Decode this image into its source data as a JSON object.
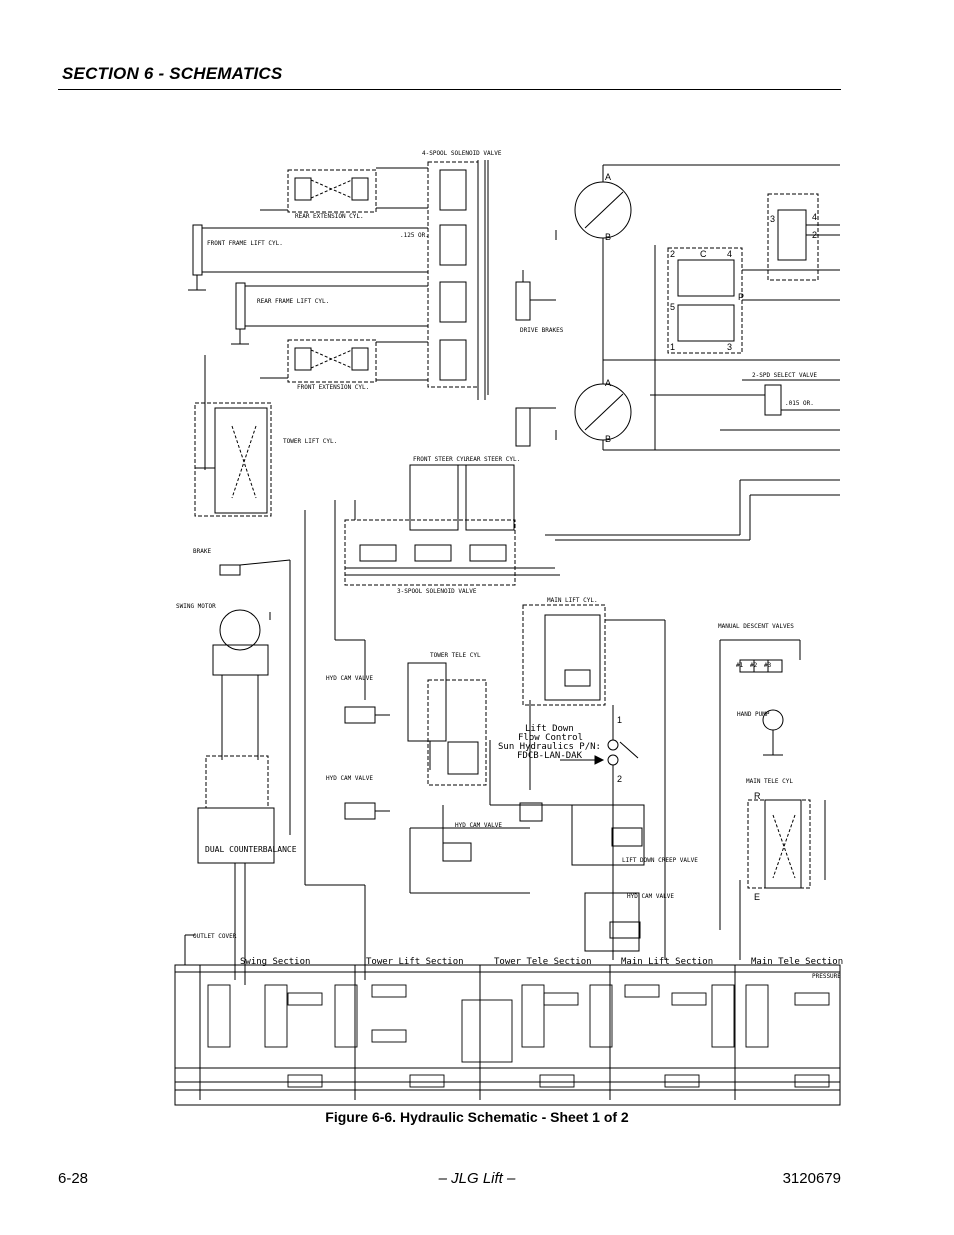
{
  "header": {
    "section_title": "SECTION 6 - SCHEMATICS"
  },
  "figure": {
    "caption": "Figure 6-6.  Hydraulic Schematic - Sheet 1 of 2"
  },
  "footer": {
    "page_number": "6-28",
    "center": "– JLG Lift –",
    "doc_number": "3120679"
  },
  "schematic": {
    "four_spool_valve": "4-SPOOL SOLENOID VALVE",
    "rear_extension_cyl": "REAR EXTENSION CYL.",
    "front_frame_lift_cyl": "FRONT FRAME LIFT CYL.",
    "rear_frame_lift_cyl": "REAR FRAME LIFT CYL.",
    "front_extension_cyl": "FRONT EXTENSION CYL.",
    "orifice_125": ".125 OR.",
    "drive_brakes": "DRIVE BRAKES",
    "tower_lift_cyl": "TOWER LIFT CYL.",
    "front_steer_cyl": "FRONT STEER CYL.",
    "rear_steer_cyl": "REAR STEER CYL.",
    "three_spool_valve": "3-SPOOL SOLENOID VALVE",
    "two_spd_select_valve": "2-SPD SELECT VALVE",
    "orifice_015": ".015 OR.",
    "brake": "BRAKE",
    "swing_motor": "SWING MOTOR",
    "dual_counterbalance": "DUAL COUNTERBALANCE",
    "main_lift_cyl": "MAIN LIFT CYL.",
    "manual_descent_valves": "MANUAL DESCENT VALVES",
    "md1": "#1",
    "md2": "#2",
    "md3": "#3",
    "hand_pump": "HAND PUMP",
    "tower_tele_cyl": "TOWER TELE CYL",
    "hyd_cam_valve_1": "HYD CAM VALVE",
    "hyd_cam_valve_2": "HYD CAM VALVE",
    "hyd_cam_valve_3": "HYD CAM VALVE",
    "hyd_cam_valve_4": "HYD CAM VALVE",
    "lift_down_fc_1": "Lift Down",
    "lift_down_fc_2": "Flow Control",
    "lift_down_fc_3": "Sun Hydraulics P/N:",
    "lift_down_fc_4": "FDCB-LAN-DAK",
    "lift_down_creep_valve": "LIFT DOWN CREEP VALVE",
    "main_tele_cyl": "MAIN TELE CYL",
    "outlet_cover": "OUTLET COVER",
    "swing_section": "Swing Section",
    "tower_lift_section": "Tower Lift Section",
    "tower_tele_section": "Tower Tele Section",
    "main_lift_section": "Main Lift Section",
    "main_tele_section": "Main Tele Section",
    "pressure": "PRESSURE",
    "port_a": "A",
    "port_b": "B",
    "port_c": "C",
    "port_e": "E",
    "port_p": "P",
    "port_r": "R",
    "n1": "1",
    "n2": "2",
    "n3": "3",
    "n4": "4",
    "n5": "5"
  },
  "colors": {
    "ink": "#000000",
    "paper": "#ffffff"
  }
}
